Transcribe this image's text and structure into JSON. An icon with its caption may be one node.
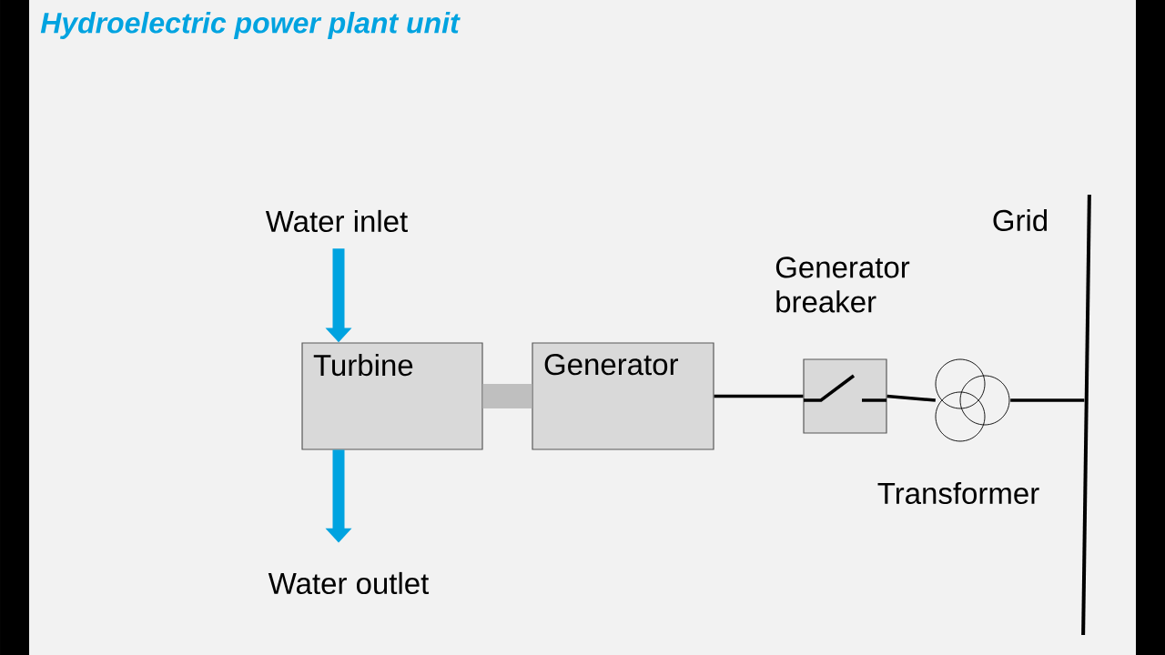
{
  "diagram": {
    "title": "Hydroelectric power plant unit",
    "nodes": [
      {
        "text": [
          "Water inlet"
        ]
      },
      {
        "text": [
          "Turbine"
        ]
      },
      {
        "text": [
          "Water outlet"
        ]
      },
      {
        "text": [
          "Generator"
        ]
      },
      {
        "text": [
          "Generator breaker"
        ]
      },
      {
        "text": [
          "Transformer"
        ]
      },
      {
        "text": [
          "Grid"
        ]
      }
    ],
    "edges": [
      {
        "from": 0,
        "to": 1,
        "arrow": "to",
        "style": "thick",
        "color": "#00a3e0"
      },
      {
        "from": 1,
        "to": 2,
        "arrow": "to",
        "style": "thick",
        "color": "#00a3e0"
      },
      {
        "from": 1,
        "to": 3,
        "arrow": "none",
        "style": "thick",
        "color": "#bfbfbf"
      },
      {
        "from": 3,
        "to": 4,
        "arrow": "none"
      },
      {
        "from": 4,
        "to": 5,
        "arrow": "none"
      },
      {
        "from": 5,
        "to": 6,
        "arrow": "none"
      }
    ]
  }
}
